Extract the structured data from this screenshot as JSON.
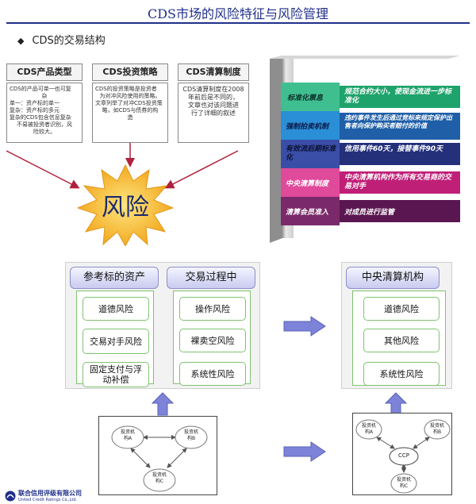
{
  "page": {
    "title": "CDS市场的风险特征与风险管理",
    "subtitle": "CDS的交易结构"
  },
  "top_cards": [
    {
      "heading": "CDS产品类型",
      "lines": [
        "CDS的产品可单一也可复",
        "杂",
        "单一：资产标的单一",
        "复杂：资产标的多元",
        "复杂的CDS包含信息复杂",
        "不易被投资者识别，风",
        "险较大。"
      ]
    },
    {
      "heading": "CDS投资策略",
      "lines": [
        "CDS的投资策略是投资者",
        "为对冲风险使用的策略。",
        "文章列举了对冲CDS投资策",
        "略，如CDS与债券的构",
        "造"
      ]
    },
    {
      "heading": "CDS清算制度",
      "lines": [
        "CDS清算制度在2008",
        "年前后是不同的，",
        "文章也对该问题进",
        "行了详细的叙述"
      ]
    }
  ],
  "risk_center": {
    "label": "风险",
    "color_fill": "#f6c12a",
    "color_text": "#1a2a6c"
  },
  "stack_rows": [
    {
      "left": "标准化票息",
      "right": "规范合约大小，使现金流进一步标准化",
      "left_color": "#3fbf8f",
      "right_color": "#1fa36c"
    },
    {
      "left": "强制拍卖机制",
      "right": "违约事件发生后通过竞标来规定保护出售者向保护购买者赔付的价值",
      "left_color": "#2a8fd6",
      "right_color": "#1f5fa8"
    },
    {
      "left": "有效流后期标准化",
      "right": "信用事件60天，接替事件90天",
      "left_color": "#3a4ea8",
      "right_color": "#24307a"
    },
    {
      "left": "中央清算制度",
      "right": "中央清算机构作为所有交易商的交易对手",
      "left_color": "#e04a9a",
      "right_color": "#c01f78"
    },
    {
      "left": "清算会员准入",
      "right": "对成员进行监管",
      "left_color": "#7a2a6a",
      "right_color": "#5a1650"
    }
  ],
  "left_group": {
    "col1_heading": "参考标的资产",
    "col1_items": [
      "道德风险",
      "交易对手风险",
      "固定支付与浮动补偿"
    ],
    "col2_heading": "交易过程中",
    "col2_items": [
      "操作风险",
      "裸卖空风险",
      "系统性风险"
    ]
  },
  "right_group": {
    "heading": "中央清算机构",
    "items": [
      "道德风险",
      "其他风险",
      "系统性风险"
    ]
  },
  "network_left": {
    "nodes": [
      {
        "line1": "投资机",
        "line2": "构A"
      },
      {
        "line1": "投资机",
        "line2": "构B"
      },
      {
        "line1": "投资机",
        "line2": "构C"
      }
    ]
  },
  "network_right": {
    "center": "CCP",
    "nodes": [
      {
        "line1": "投资机",
        "line2": "构A"
      },
      {
        "line1": "投资机",
        "line2": "构B"
      },
      {
        "line1": "投资机",
        "line2": "构C"
      }
    ]
  },
  "footer": {
    "logo_cn": "联合信用评级有限公司",
    "logo_en": "United Credit Ratings Co.,Ltd."
  },
  "colors": {
    "title_blue": "#1f2f8a",
    "arrow_blue": "#7d83d8",
    "panel_green": "#7ec36f",
    "pointer_red": "#b0203a"
  }
}
